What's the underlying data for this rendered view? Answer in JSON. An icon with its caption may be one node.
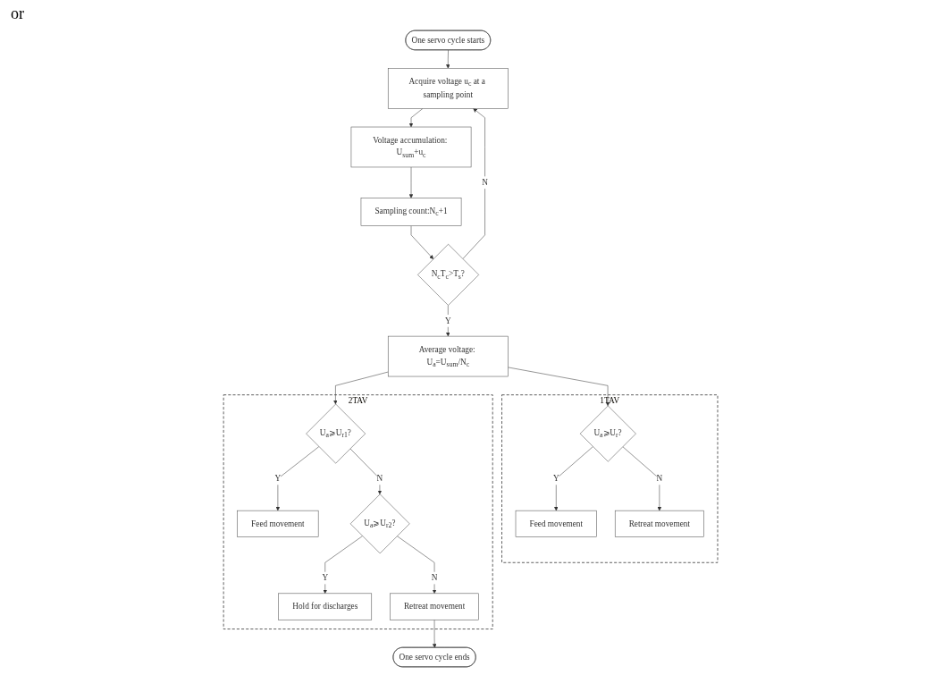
{
  "diagram": {
    "nodes": [
      {
        "text": [
          "One servo cycle starts"
        ]
      },
      {
        "text": [
          "Acquire voltage u$_{c}$ at a sampling point"
        ]
      },
      {
        "text": [
          "Voltage accumulation: U$_{sum}$+u$_{c}$"
        ]
      },
      {
        "text": [
          "Sampling count:N$_{c}$+1"
        ]
      },
      {
        "text": [
          "N$_{c}$T$_{c}$>T$_{s}$?"
        ]
      },
      {
        "text": [
          "Average voltage: U$_{a}$=U$_{sum}$/N$_{c}$"
        ]
      },
      {
        "text": [
          "1TAV"
        ]
      },
      {
        "text": [
          "U$_{a}$⩾U$_{r}$?"
        ],
        "in": 6
      },
      {
        "text": [
          "Feed movement"
        ],
        "in": 6
      },
      {
        "text": [
          "Retreat movement"
        ],
        "in": 6
      },
      {
        "text": [
          "2TAV"
        ]
      },
      {
        "text": [
          "U$_{a}$⩾U$_{r1}$?"
        ],
        "in": 10
      },
      {
        "text": [
          "Feed movement"
        ],
        "in": 10
      },
      {
        "text": [
          "U$_{a}$⩾U$_{r2}$?"
        ],
        "in": 10
      },
      {
        "text": [
          "Hold for discharges"
        ],
        "in": 10
      },
      {
        "text": [
          "Retreat movement"
        ],
        "in": 10
      },
      {
        "text": [
          "One servo cycle ends"
        ]
      }
    ],
    "edges": [
      {
        "from": 0,
        "to": 1,
        "arrow": "to"
      },
      {
        "from": 1,
        "to": 2,
        "arrow": "to"
      },
      {
        "from": 2,
        "to": 3,
        "arrow": "to"
      },
      {
        "from": 3,
        "to": 4,
        "arrow": "to"
      },
      {
        "from": 4,
        "to": 1,
        "arrow": "to",
        "label": "N"
      },
      {
        "from": 4,
        "to": 5,
        "arrow": "to",
        "label": "Y"
      },
      {
        "from": 5,
        "to": 7,
        "arrow": "to"
      },
      {
        "from": 5,
        "to": 11,
        "arrow": "to"
      },
      {
        "from": 7,
        "to": 8,
        "arrow": "to",
        "label": "Y"
      },
      {
        "from": 7,
        "to": 9,
        "arrow": "to",
        "label": "N"
      },
      {
        "from": 11,
        "to": 12,
        "arrow": "to",
        "label": "Y"
      },
      {
        "from": 11,
        "to": 13,
        "arrow": "to",
        "label": "N"
      },
      {
        "from": 13,
        "to": 14,
        "arrow": "to",
        "label": "Y"
      },
      {
        "from": 13,
        "to": 15,
        "arrow": "to",
        "label": "N"
      },
      {
        "from": 15,
        "to": 16,
        "arrow": "to"
      }
    ],
    "labels": [
      "or"
    ]
  }
}
